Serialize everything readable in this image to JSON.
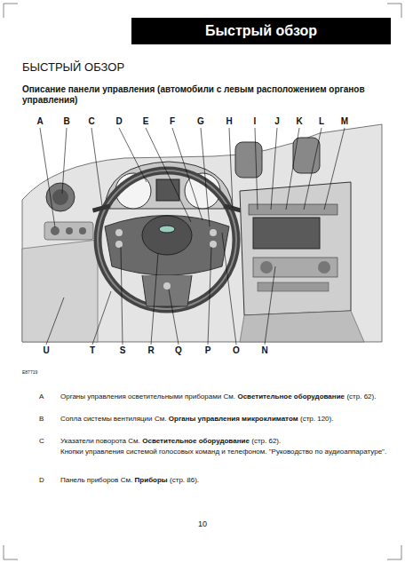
{
  "diagram": {
    "title": "БЫСТРЫЙ ОБЗОР",
    "nodes": [
      {
        "text": [
          "Быстрый обзор"
        ]
      }
    ],
    "labels": [
      "Описание панели управления (автомобили с левым расположением органов управления)",
      "A",
      "B",
      "C",
      "D",
      "E",
      "F",
      "G",
      "H",
      "I",
      "J",
      "K",
      "L",
      "M",
      "U",
      "T",
      "S",
      "R",
      "Q",
      "P",
      "O",
      "N",
      "E87719",
      "A",
      "Органы управления осветительными приборами",
      "См.",
      "Осветительное оборудование",
      "(стр. 62).",
      "B",
      "Сопла системы вентиляции",
      "См.",
      "Органы управления микроклиматом",
      "(стр. 120).",
      "C",
      "Указатели поворота",
      "См.",
      "Осветительное оборудование",
      "(стр. 62).",
      "Кнопки управления системой голосовых команд и телефоном. \"Руководство по аудиоаппаратуре\".",
      "D",
      "Панель приборов",
      "См.",
      "Приборы",
      "(стр. 86).",
      "10"
    ]
  }
}
